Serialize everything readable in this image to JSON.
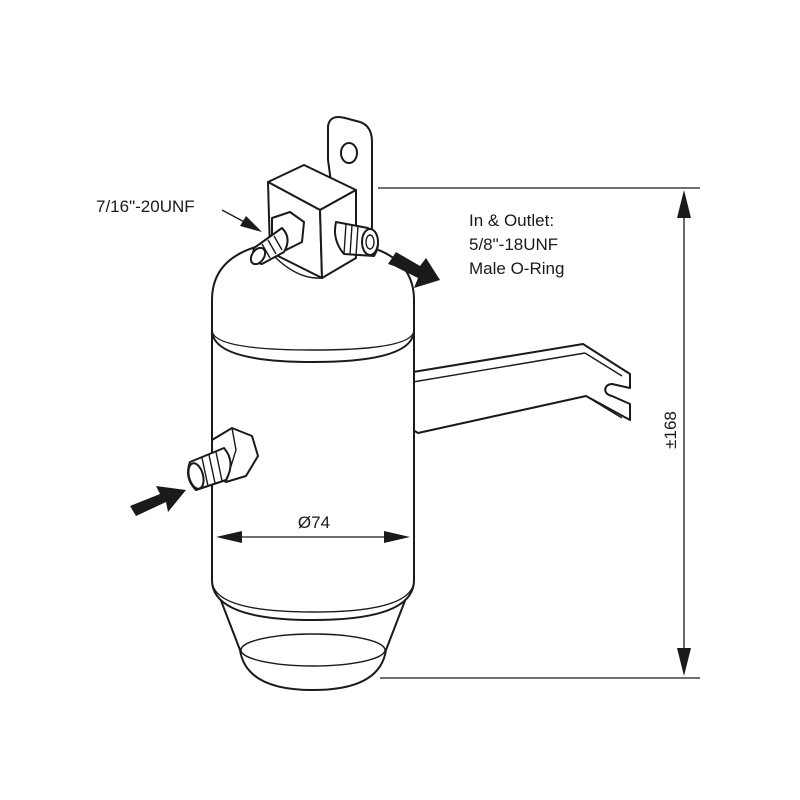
{
  "labels": {
    "inlet_thread": "7/16\"-20UNF",
    "outlet_line1": "In & Outlet:",
    "outlet_line2": "5/8\"-18UNF",
    "outlet_line3": "Male O-Ring",
    "diameter": "Ø74",
    "height": "±168"
  },
  "colors": {
    "line": "#1a1a1a",
    "background": "#ffffff"
  }
}
